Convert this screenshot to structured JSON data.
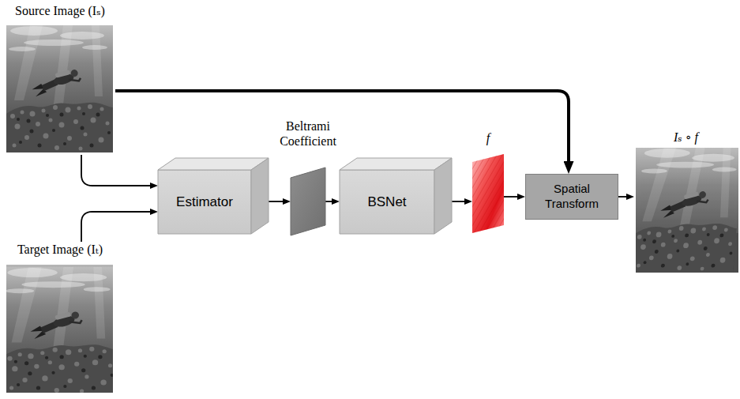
{
  "diagram": {
    "nodes": [
      {
        "text": [
          "Source Image (Iₛ)"
        ]
      },
      {
        "text": [
          "Target Image (Iₜ)"
        ]
      },
      {
        "text": [
          "Estimator"
        ]
      },
      {
        "text": [
          "Beltrami Coefficient"
        ]
      },
      {
        "text": [
          "BSNet"
        ]
      },
      {
        "text": [
          "f"
        ]
      },
      {
        "text": [
          "Spatial Transform"
        ]
      },
      {
        "text": [
          "Iₛ ∘ f"
        ]
      }
    ],
    "edges": [
      {
        "from": 0,
        "to": 2,
        "arrow": "to"
      },
      {
        "from": 1,
        "to": 2,
        "arrow": "to"
      },
      {
        "from": 2,
        "to": 3,
        "arrow": "to"
      },
      {
        "from": 3,
        "to": 4,
        "arrow": "to"
      },
      {
        "from": 4,
        "to": 5,
        "arrow": "to"
      },
      {
        "from": 0,
        "to": 6,
        "arrow": "to"
      },
      {
        "from": 5,
        "to": 6,
        "arrow": "to"
      },
      {
        "from": 6,
        "to": 7,
        "arrow": "to"
      }
    ]
  }
}
